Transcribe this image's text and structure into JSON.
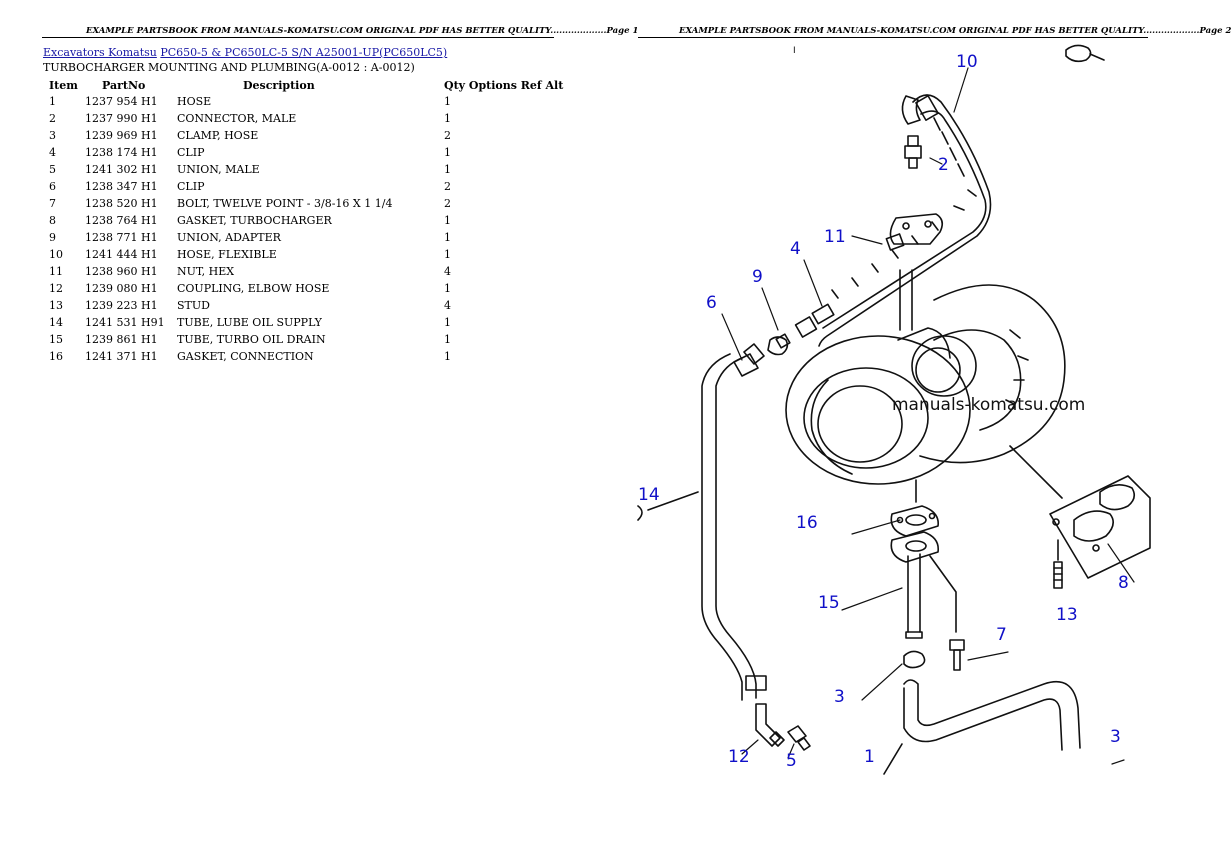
{
  "page1": {
    "header": "EXAMPLE PARTSBOOK FROM MANUALS-KOMATSU.COM ORIGINAL PDF HAS BETTER QUALITY...................Page 1"
  },
  "page2": {
    "header": "EXAMPLE PARTSBOOK FROM MANUALS-KOMATSU.COM ORIGINAL PDF HAS BETTER QUALITY...................Page 2"
  },
  "breadcrumb": {
    "category": "Excavators Komatsu",
    "model": "PC650-5 & PC650LC-5 S/N A25001-UP(PC650LC5)"
  },
  "section_title": "TURBOCHARGER MOUNTING AND PLUMBING(A-0012 : A-0012)",
  "table": {
    "headers": {
      "item": "Item",
      "partno": "PartNo",
      "description": "Description",
      "qty": "Qty Options Ref Alt"
    },
    "rows": [
      {
        "item": "1",
        "partno": "1237 954 H1",
        "description": "HOSE",
        "qty": "1"
      },
      {
        "item": "2",
        "partno": "1237 990 H1",
        "description": "CONNECTOR, MALE",
        "qty": "1"
      },
      {
        "item": "3",
        "partno": "1239 969 H1",
        "description": "CLAMP, HOSE",
        "qty": "2"
      },
      {
        "item": "4",
        "partno": "1238 174 H1",
        "description": "CLIP",
        "qty": "1"
      },
      {
        "item": "5",
        "partno": "1241 302 H1",
        "description": "UNION, MALE",
        "qty": "1"
      },
      {
        "item": "6",
        "partno": "1238 347 H1",
        "description": "CLIP",
        "qty": "2"
      },
      {
        "item": "7",
        "partno": "1238 520 H1",
        "description": "BOLT, TWELVE POINT - 3/8-16 X 1 1/4",
        "qty": "2"
      },
      {
        "item": "8",
        "partno": "1238 764 H1",
        "description": "GASKET, TURBOCHARGER",
        "qty": "1"
      },
      {
        "item": "9",
        "partno": "1238 771 H1",
        "description": "UNION, ADAPTER",
        "qty": "1"
      },
      {
        "item": "10",
        "partno": "1241 444 H1",
        "description": "HOSE, FLEXIBLE",
        "qty": "1"
      },
      {
        "item": "11",
        "partno": "1238 960 H1",
        "description": "NUT, HEX",
        "qty": "4"
      },
      {
        "item": "12",
        "partno": "1239 080 H1",
        "description": "COUPLING, ELBOW HOSE",
        "qty": "1"
      },
      {
        "item": "13",
        "partno": "1239 223 H1",
        "description": "STUD",
        "qty": "4"
      },
      {
        "item": "14",
        "partno": "1241 531 H91",
        "description": "TUBE, LUBE OIL SUPPLY",
        "qty": "1"
      },
      {
        "item": "15",
        "partno": "1239 861 H1",
        "description": "TUBE, TURBO OIL DRAIN",
        "qty": "1"
      },
      {
        "item": "16",
        "partno": "1241 371 H1",
        "description": "GASKET, CONNECTION",
        "qty": "1"
      }
    ]
  },
  "diagram": {
    "watermark": "manuals-komatsu.com",
    "callouts": {
      "c1": "1",
      "c2": "2",
      "c3a": "3",
      "c3b": "3",
      "c4": "4",
      "c5": "5",
      "c6": "6",
      "c7": "7",
      "c8": "8",
      "c9": "9",
      "c10": "10",
      "c11": "11",
      "c12": "12",
      "c13": "13",
      "c14": "14",
      "c15": "15",
      "c16": "16",
      "tick": "I"
    },
    "callout_color": "#1010c8"
  }
}
